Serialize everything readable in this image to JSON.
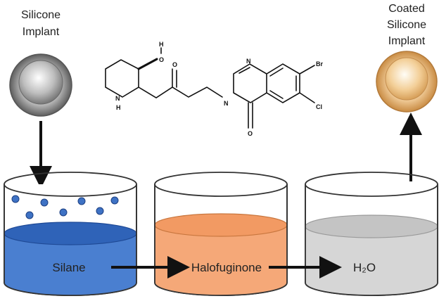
{
  "labels": {
    "start_line1": "Silicone",
    "start_line2": "Implant",
    "end_line1": "Coated",
    "end_line2": "Silicone",
    "end_line3": "Implant"
  },
  "beakers": [
    {
      "label": "Silane",
      "liquid_color": "#4a7fd0"
    },
    {
      "label": "Halofuginone",
      "liquid_color": "#f5a878"
    },
    {
      "label": "H₂O",
      "liquid_color": "#d6d6d6"
    }
  ],
  "molecule_atoms": {
    "hydroxyl_h": "H",
    "hydroxyl_o": "O",
    "amine_n": "N",
    "amine_h": "H",
    "keto_o": "O",
    "ring_n_top": "N",
    "ring_n_mid": "N",
    "carbonyl_o": "O",
    "bromo": "Br",
    "chloro": "Cl"
  },
  "colors": {
    "silane_particle": "#3e72c4",
    "arrow": "#111111",
    "uncoated_implant": "#9a9a9a",
    "coated_implant": "#f6c888"
  }
}
